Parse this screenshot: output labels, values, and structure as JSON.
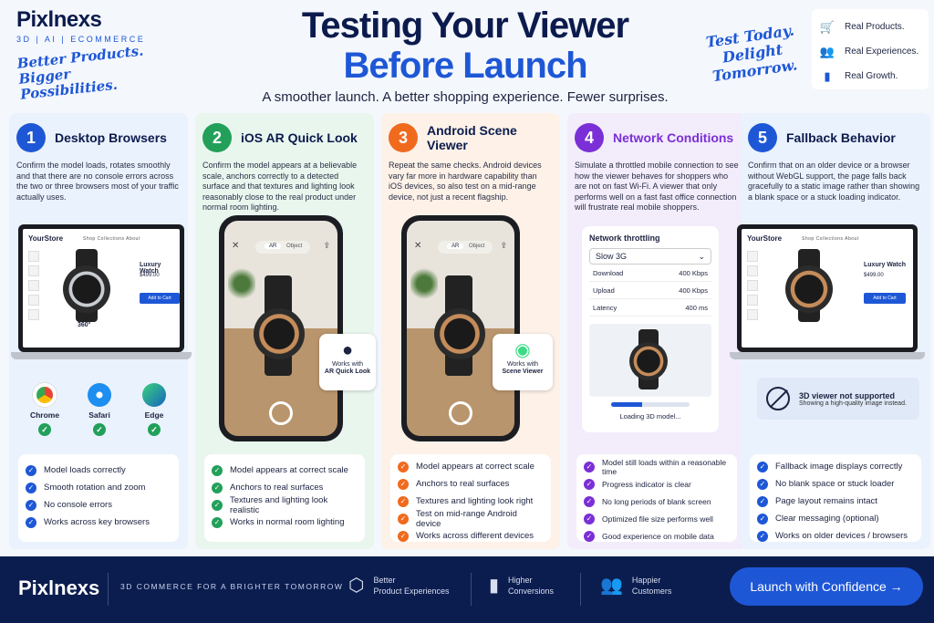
{
  "brand": {
    "logo": "Pixlnexs",
    "tag": "3D | AI | ECOMMERCE",
    "slogan": "Better Products. Bigger Possibilities."
  },
  "title": {
    "line1": "Testing Your Viewer",
    "line2": "Before Launch",
    "subtitle": "A smoother launch. A better shopping experience. Fewer surprises."
  },
  "tagline": "Test Today. Delight Tomorrow.",
  "reals": [
    "Real Products.",
    "Real Experiences.",
    "Real Growth."
  ],
  "colors": {
    "blue": "#1e57d6",
    "green": "#22a05a",
    "orange": "#f06a1e",
    "purple": "#7b2fd6",
    "navy": "#0b1d4f"
  },
  "col1": {
    "num": "1",
    "title": "Desktop Browsers",
    "desc": "Confirm the model loads, rotates smoothly and that there are no console errors across the two or three browsers most of your traffic actually uses.",
    "store": "YourStore",
    "nav": "Shop  Collections  About",
    "product": "Luxury Watch",
    "price": "$499.00",
    "cart": "Add to Cart",
    "rotate": "360°",
    "browsers": [
      "Chrome",
      "Safari",
      "Edge"
    ],
    "checks": [
      "Model loads correctly",
      "Smooth rotation and zoom",
      "No console errors",
      "Works across key browsers"
    ]
  },
  "col2": {
    "num": "2",
    "title": "iOS AR Quick Look",
    "desc": "Confirm the model appears at a believable scale, anchors correctly to a detected surface and that textures and lighting look reasonably close to the real product under normal room lighting.",
    "tab_ar": "AR",
    "tab_obj": "Object",
    "badge_line1": "Works with",
    "badge_line2": "AR Quick Look",
    "checks": [
      "Model appears at correct scale",
      "Anchors to real surfaces",
      "Textures and lighting look realistic",
      "Works in normal room lighting"
    ]
  },
  "col3": {
    "num": "3",
    "title": "Android Scene Viewer",
    "desc": "Repeat the same checks. Android devices vary far more in hardware capability than iOS devices, so also test on a mid-range device, not just a recent flagship.",
    "tab_ar": "AR",
    "tab_obj": "Object",
    "badge_line1": "Works with",
    "badge_line2": "Scene Viewer",
    "checks": [
      "Model appears at correct scale",
      "Anchors to real surfaces",
      "Textures and lighting look right",
      "Test on mid-range Android device",
      "Works across different devices"
    ]
  },
  "col4": {
    "num": "4",
    "title": "Network Conditions",
    "desc": "Simulate a throttled mobile connection to see how the viewer behaves for shoppers who are not on fast Wi-Fi. A viewer that only performs well on a fast fast office connection will frustrate real mobile shoppers.",
    "panel_title": "Network throttling",
    "select": "Slow 3G",
    "rows": [
      {
        "k": "Download",
        "v": "400 Kbps"
      },
      {
        "k": "Upload",
        "v": "400 Kbps"
      },
      {
        "k": "Latency",
        "v": "400 ms"
      }
    ],
    "loading": "Loading 3D model...",
    "progress": 0.4,
    "checks": [
      "Model still loads within a reasonable time",
      "Progress indicator is clear",
      "No long periods of blank screen",
      "Optimized file size performs well",
      "Good experience on mobile data"
    ]
  },
  "col5": {
    "num": "5",
    "title": "Fallback Behavior",
    "desc": "Confirm that on an older device or a browser without WebGL support, the page falls back gracefully to a static image rather than showing a blank space or a stuck loading indicator.",
    "store": "YourStore",
    "nav": "Shop  Collections  About",
    "product": "Luxury Watch",
    "price": "$499.00",
    "cart": "Add to Cart",
    "unsupported": "3D viewer not supported",
    "unsupported_sub": "Showing a high-quality image instead.",
    "checks": [
      "Fallback image displays correctly",
      "No blank space or stuck loader",
      "Page layout remains intact",
      "Clear messaging (optional)",
      "Works on older devices / browsers"
    ]
  },
  "footer": {
    "logo": "Pixlnexs",
    "tag": "3D COMMERCE FOR A BRIGHTER TOMORROW",
    "items": [
      {
        "l1": "Better",
        "l2": "Product Experiences"
      },
      {
        "l1": "Higher",
        "l2": "Conversions"
      },
      {
        "l1": "Happier",
        "l2": "Customers"
      }
    ],
    "cta": "Launch with Confidence →"
  }
}
